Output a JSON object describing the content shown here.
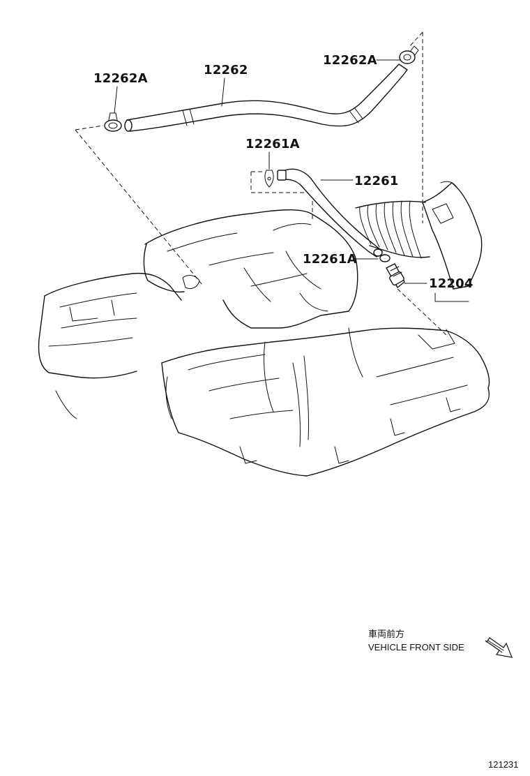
{
  "parts": [
    {
      "id": "hose-clamp-left",
      "label": "12262A"
    },
    {
      "id": "ventilation-hose",
      "label": "12262"
    },
    {
      "id": "hose-clamp-right",
      "label": "12262A"
    },
    {
      "id": "pcv-clamp-top",
      "label": "12261A"
    },
    {
      "id": "pcv-hose",
      "label": "12261"
    },
    {
      "id": "pcv-clamp-bottom",
      "label": "12261A"
    },
    {
      "id": "pcv-valve",
      "label": "12204"
    }
  ],
  "orientation": {
    "japanese": "車両前方",
    "english": "VEHICLE FRONT SIDE"
  },
  "reference_number": "121231"
}
